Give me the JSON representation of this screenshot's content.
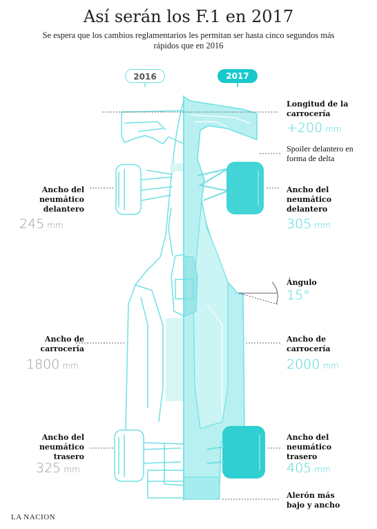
{
  "header": {
    "title": "Así serán los F.1 en 2017",
    "subtitle": "Se espera que los cambios reglamentarios les permitan ser hasta cinco segundos más rápidos que en 2016"
  },
  "years": {
    "old": "2016",
    "new": "2017"
  },
  "colors": {
    "accent": "#18c9cc",
    "outline": "#6fe0e3",
    "fill": "#b8f0f1",
    "grey_value": "#9a9a9a"
  },
  "labels": {
    "body_length": {
      "title": "Longitud de la carrocería",
      "value": "+200",
      "unit": "mm"
    },
    "front_spoiler": {
      "title": "Spoiler delantero en forma de delta"
    },
    "front_tire_2016": {
      "title": "Ancho del neumático delantero",
      "value": "245",
      "unit": "mm"
    },
    "front_tire_2017": {
      "title": "Ancho del neumático delantero",
      "value": "305",
      "unit": "mm"
    },
    "angle": {
      "title": "Ángulo",
      "value": "15°"
    },
    "body_width_2016": {
      "title": "Ancho de carrocería",
      "value": "1800",
      "unit": "mm"
    },
    "body_width_2017": {
      "title": "Ancho de carrocería",
      "value": "2000",
      "unit": "mm"
    },
    "rear_tire_2016": {
      "title": "Ancho del neumático trasero",
      "value": "325",
      "unit": "mm"
    },
    "rear_tire_2017": {
      "title": "Ancho del neumático trasero",
      "value": "405",
      "unit": "mm"
    },
    "rear_wing": {
      "title": "Alerón más bajo y ancho"
    }
  },
  "footer": {
    "brand": "LA NACION"
  }
}
